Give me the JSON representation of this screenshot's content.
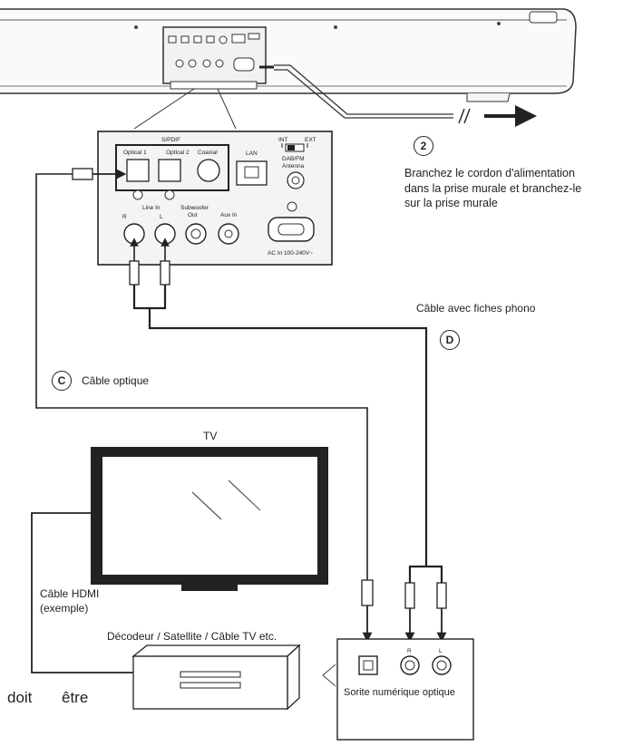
{
  "steps": {
    "power": {
      "number": "2",
      "text_lines": [
        "Branchez le cordon d'alimentation",
        "dans la prise murale et branchez-le",
        "sur la prise murale"
      ]
    }
  },
  "cables": {
    "optical": {
      "letter": "C",
      "label": "Câble optique"
    },
    "phono": {
      "letter": "D",
      "label": "Câble avec fiches phono"
    },
    "hdmi": {
      "line1": "Câble HDMI",
      "line2": "(exemple)"
    }
  },
  "devices": {
    "tv_label": "TV",
    "decoder_label": "Décodeur / Satellite / Câble TV etc.",
    "digital_output_label": "Sorite numérique optique"
  },
  "soundbar_panel": {
    "spdif": "S/PDIF",
    "optical1": "Optical 1",
    "optical2": "Optical 2",
    "coaxial": "Coaxial",
    "lan": "LAN",
    "int": "INT",
    "ext": "EXT",
    "antenna_line1": "DAB/FM",
    "antenna_line2": "Antenna",
    "line_in": "Line In",
    "right": "R",
    "left": "L",
    "subwoofer_line1": "Subwoofer",
    "subwoofer_line2": "Out",
    "aux_in": "Aux In",
    "ac_in": "AC In 100-240V~"
  },
  "decoder_ports": {
    "right": "R",
    "left": "L"
  },
  "footer_words": {
    "word1": "doit",
    "word2": "être"
  }
}
